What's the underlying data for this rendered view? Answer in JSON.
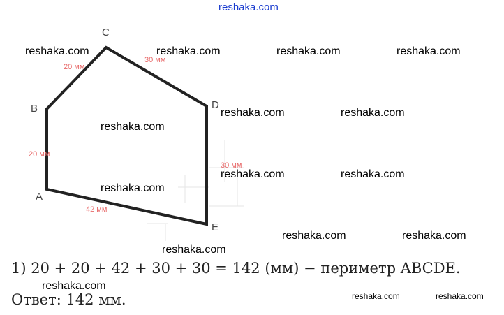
{
  "header": {
    "site": "reshaka.com"
  },
  "figure": {
    "vertices": {
      "A": "A",
      "B": "B",
      "C": "C",
      "D": "D",
      "E": "E"
    },
    "measurements": {
      "BC": "20 мм",
      "CD": "30 мм",
      "AB": "20 мм",
      "DE": "30 мм",
      "AE": "42 мм"
    },
    "stroke_color": "#222222",
    "measurement_color": "#e86a6a"
  },
  "watermark": "reshaka.com",
  "solution": {
    "line1": "1) 20 + 20 + 42 + 30 + 30 = 142 (мм) − периметр ABCDE.",
    "answer": "Ответ: 142 мм."
  }
}
